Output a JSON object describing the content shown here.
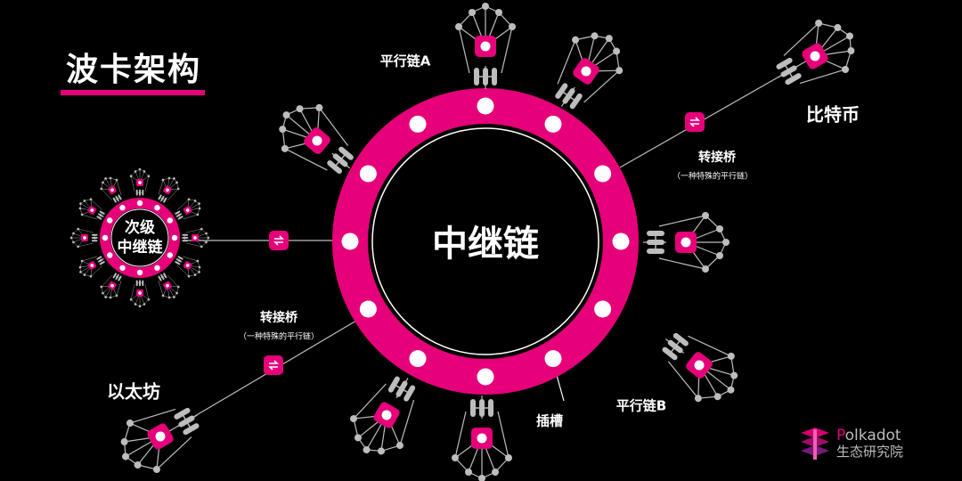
{
  "title": "波卡架构",
  "relay_chain": "中继链",
  "sub_relay": {
    "line1": "次级",
    "line2": "中继链"
  },
  "labels": {
    "parachain_a": "平行链A",
    "parachain_b": "平行链B",
    "bitcoin": "比特币",
    "ethereum": "以太坊",
    "bridge": "转接桥",
    "bridge_note": "（一种特殊的平行链）",
    "slot": "插槽"
  },
  "logo": {
    "first_letter": "P",
    "rest": "olkadot",
    "subtitle": "生态研究院"
  },
  "colors": {
    "accent": "#e6007a",
    "node": "#bdbdbd",
    "background": "#000000"
  }
}
